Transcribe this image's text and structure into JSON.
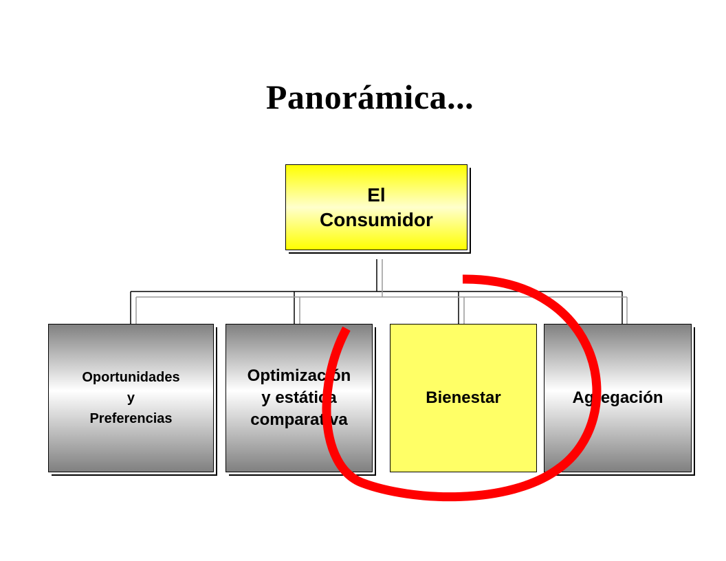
{
  "title": "Panorámica...",
  "root": {
    "label": "El\nConsumidor"
  },
  "children": [
    {
      "label": "Oportunidades\ny\n Preferencias"
    },
    {
      "label": "Optimización\ny estática\ncomparativa"
    },
    {
      "label": "Bienestar"
    },
    {
      "label": "Agregación"
    }
  ],
  "colors": {
    "highlight_circle": "#ff0000",
    "root_fill": "#ffff00",
    "child_fill": "#808080"
  }
}
